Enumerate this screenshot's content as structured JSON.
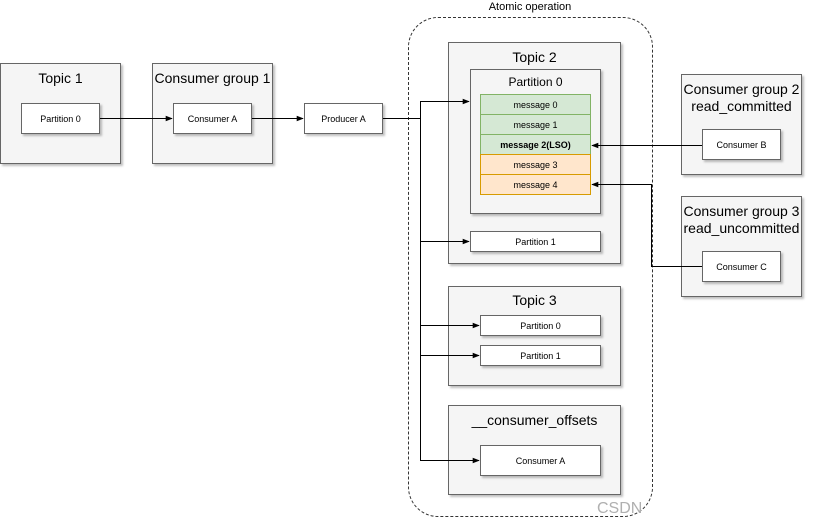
{
  "atomic": {
    "label": "Atomic operation"
  },
  "topic1": {
    "title": "Topic 1",
    "partition0": "Partition 0"
  },
  "cg1": {
    "title": "Consumer group 1",
    "consumer": "Consumer A"
  },
  "producer": {
    "label": "Producer A"
  },
  "topic2": {
    "title": "Topic 2",
    "partition0": {
      "title": "Partition 0",
      "messages": [
        "message 0",
        "message 1",
        "message 2(LSO)",
        "message 3",
        "message 4"
      ]
    },
    "partition1": "Partition 1"
  },
  "topic3": {
    "title": "Topic 3",
    "partition0": "Partition 0",
    "partition1": "Partition 1"
  },
  "offsets": {
    "title": "__consumer_offsets",
    "consumer": "Consumer A"
  },
  "cg2": {
    "title_line1": "Consumer group 2",
    "title_line2": "read_committed",
    "consumer": "Consumer B"
  },
  "cg3": {
    "title_line1": "Consumer group 3",
    "title_line2": "read_uncommitted",
    "consumer": "Consumer C"
  },
  "watermark": "CSDN",
  "colors": {
    "committed_fill": "#d5e8d4",
    "committed_stroke": "#82b366",
    "uncommitted_fill": "#ffe6cc",
    "uncommitted_stroke": "#d79b00",
    "container_fill": "#f5f5f5"
  }
}
